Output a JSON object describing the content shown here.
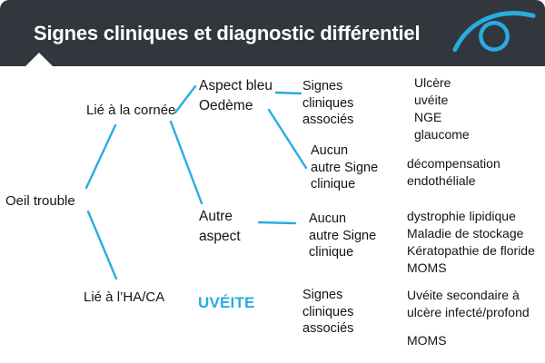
{
  "slide": {
    "title": "Signes cliniques et diagnostic différentiel",
    "colors": {
      "header_bg": "#31373c",
      "accent_blue": "#29abe2",
      "title_color": "#ffffff",
      "body_text": "#141414"
    },
    "logo_icon": "eye-logo-icon"
  },
  "diagram": {
    "nodes": [
      {
        "id": "oeil-trouble",
        "label": "Oeil trouble"
      },
      {
        "id": "lie-cornee",
        "label": "Lié à la cornée"
      },
      {
        "id": "lie-haca",
        "label": "Lié à l’HA/CA"
      },
      {
        "id": "aspect-bleu-oedeme",
        "label": "Aspect bleu\nOedème"
      },
      {
        "id": "autre-aspect",
        "label": "Autre\naspect"
      },
      {
        "id": "uveite",
        "label": "UVÉITE"
      },
      {
        "id": "signes-associes-1",
        "label": "Signes\ncliniques\nassociés"
      },
      {
        "id": "aucun-signe-1",
        "label": "Aucun\nautre Signe\nclinique"
      },
      {
        "id": "aucun-signe-2",
        "label": "Aucun\nautre Signe\nclinique"
      },
      {
        "id": "signes-associes-2",
        "label": "Signes\ncliniques\nassociés"
      },
      {
        "id": "dd-ulcere-groupe",
        "label": "Ulcère\nuvéite\nNGE\nglaucome"
      },
      {
        "id": "dd-decompensation",
        "label": "décompensation\nendothéliale"
      },
      {
        "id": "dd-dystrophie-groupe",
        "label": "dystrophie lipidique\nMaladie de stockage\nKératopathie de floride\nMOMS"
      },
      {
        "id": "dd-uveite-secondaire",
        "label": "Uvéite secondaire à\nulcère infecté/profond"
      },
      {
        "id": "dd-moms",
        "label": "MOMS"
      }
    ],
    "edges": [
      {
        "from": "oeil-trouble",
        "to": "lie-cornee"
      },
      {
        "from": "oeil-trouble",
        "to": "lie-haca"
      },
      {
        "from": "lie-cornee",
        "to": "aspect-bleu-oedeme"
      },
      {
        "from": "lie-cornee",
        "to": "autre-aspect"
      },
      {
        "from": "aspect-bleu-oedeme",
        "to": "signes-associes-1"
      },
      {
        "from": "aspect-bleu-oedeme",
        "to": "aucun-signe-1"
      },
      {
        "from": "autre-aspect",
        "to": "aucun-signe-2"
      }
    ]
  }
}
